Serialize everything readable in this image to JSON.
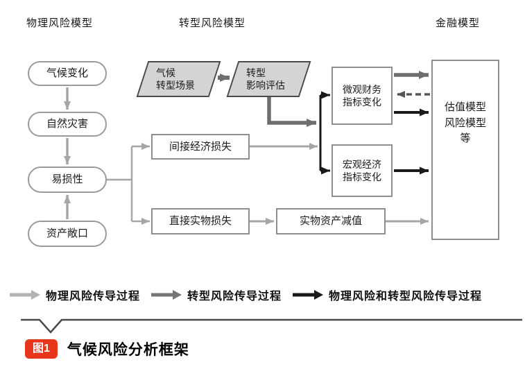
{
  "column_headers": {
    "physical": "物理风险模型",
    "transition": "转型风险模型",
    "financial": "金融模型"
  },
  "nodes": {
    "climate_change": "气候变化",
    "natural_disaster": "自然灾害",
    "vulnerability": "易损性",
    "asset_exposure": "资产敞口",
    "climate_transition_scenario": "气候\n转型场景",
    "transition_impact_assessment": "转型\n影响评估",
    "indirect_economic_loss": "间接经济损失",
    "direct_physical_loss": "直接实物损失",
    "physical_asset_impairment": "实物资产减值",
    "micro_financial_indicators": "微观财务\n指标变化",
    "macro_economic_indicators": "宏观经济\n指标变化",
    "valuation_risk_models": "估值模型\n风险模型\n等"
  },
  "legend": [
    {
      "label": "物理风险传导过程",
      "color": "#b3b3b3"
    },
    {
      "label": "转型风险传导过程",
      "color": "#757575"
    },
    {
      "label": "物理风险和转型风险传导过程",
      "color": "#1a1a1a"
    }
  ],
  "figure": {
    "badge": "图1",
    "title": "气候风险分析框架"
  },
  "colors": {
    "physical_flow": "#a6a6a6",
    "transition_flow": "#6e6e6e",
    "combined_flow": "#1a1a1a",
    "parallelogram_fill": "#d4d4d4",
    "badge_red": "#e8361c"
  }
}
